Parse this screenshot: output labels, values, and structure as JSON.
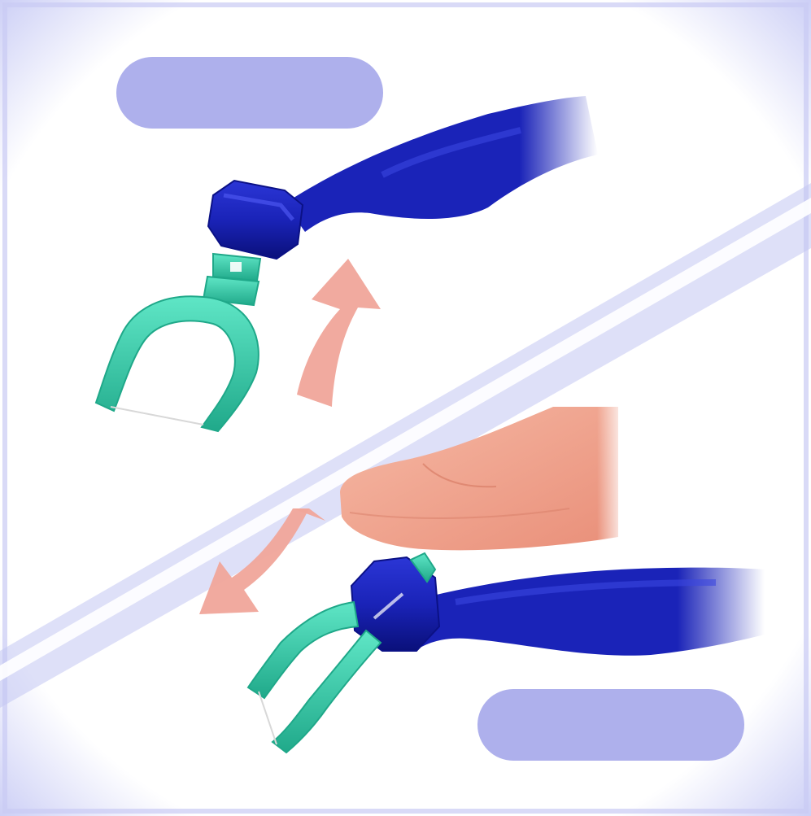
{
  "figure": {
    "panels": [
      {
        "id": "top",
        "label": "",
        "action": "attach-head"
      },
      {
        "id": "bottom",
        "label": "",
        "action": "eject-head"
      }
    ],
    "arrows": [
      {
        "panel": "top",
        "direction": "up"
      },
      {
        "panel": "bottom",
        "direction": "down-left"
      }
    ],
    "colors": {
      "handle": "#1a23b8",
      "handle_dark": "#0b1185",
      "flosser_head": "#3ad6b3",
      "flosser_head_dark": "#1fa889",
      "arrow": "#f0a59a",
      "label_box": "#aeb0ec",
      "frame_glow": "#c9cbf4",
      "finger_skin": "#f2a893",
      "floss": "#d8d8d8"
    },
    "icons": [
      "handle",
      "flosser-head",
      "curved-arrow",
      "finger"
    ]
  }
}
